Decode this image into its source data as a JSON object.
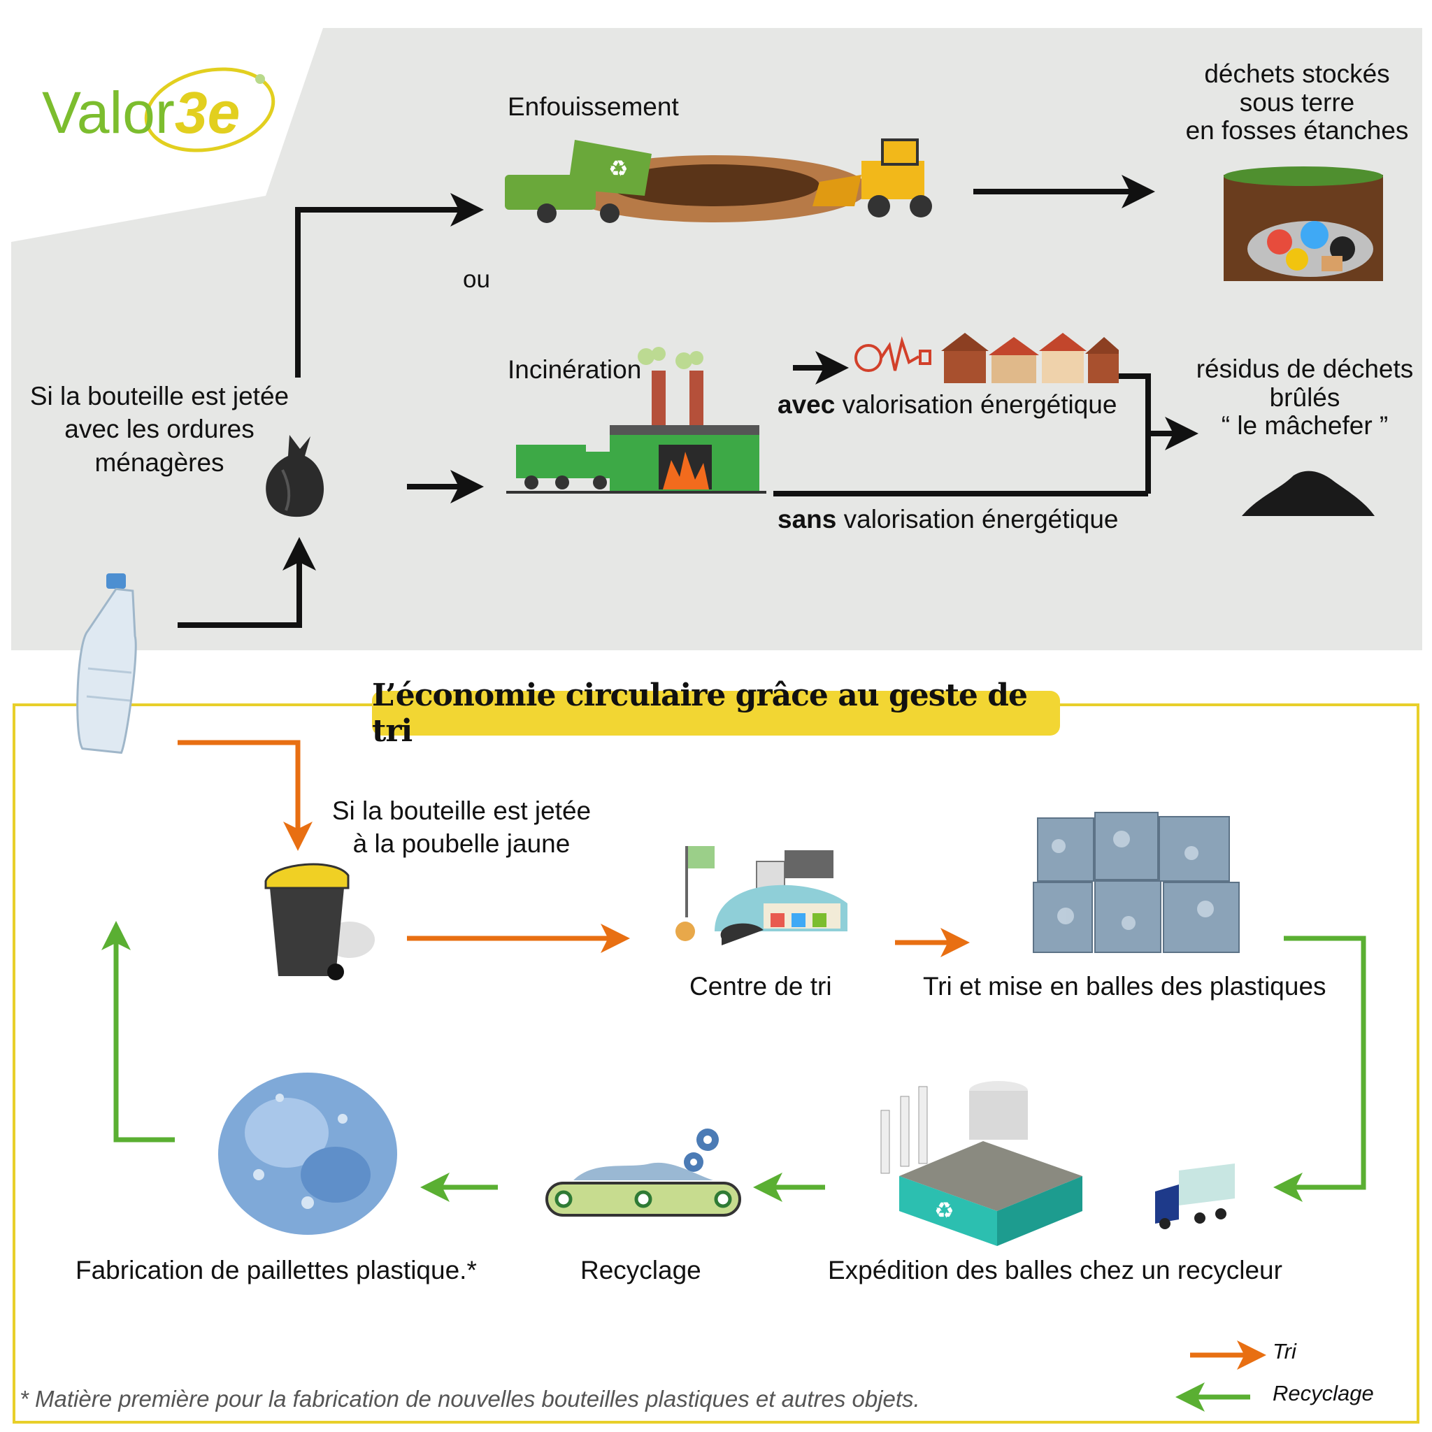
{
  "brand": {
    "logo_text": "Valor",
    "logo_accent": "3e"
  },
  "top": {
    "source_label": [
      "Si la bouteille est jetée",
      "avec les ordures",
      "ménagères"
    ],
    "landfill_title": "Enfouissement",
    "or_label": "ou",
    "landfill_result": [
      "déchets stockés",
      "sous terre",
      "en fosses étanches"
    ],
    "incineration_title": "Incinération",
    "with_energy_bold": "avec",
    "with_energy_rest": " valorisation énergétique",
    "without_energy_bold": "sans",
    "without_energy_rest": " valorisation énergétique",
    "residue_label": [
      "résidus de déchets",
      "brûlés",
      "“ le mâchefer ”"
    ]
  },
  "bottom": {
    "banner": "L’économie circulaire grâce au geste de tri",
    "yellow_bin_label": [
      "Si la bouteille est jetée",
      "à la poubelle jaune"
    ],
    "sorting_center": "Centre de tri",
    "baling": "Tri et mise en balles des plastiques",
    "shipping": "Expédition des balles chez un recycleur",
    "recycling": "Recyclage",
    "flakes": "Fabrication de paillettes plastique.*"
  },
  "legend": {
    "sort": "Tri",
    "recycle": "Recyclage"
  },
  "footnote": "* Matière première pour la fabrication de nouvelles bouteilles plastiques et autres objets.",
  "colors": {
    "panel_grey": "#e6e7e5",
    "accent_green": "#7cbd2e",
    "logo_yellow": "#e2cf1f",
    "tri_orange": "#e86f12",
    "recycle_green": "#5aaf32",
    "frame_yellow": "#e8cf2a",
    "banner_yellow": "#f2d633"
  }
}
